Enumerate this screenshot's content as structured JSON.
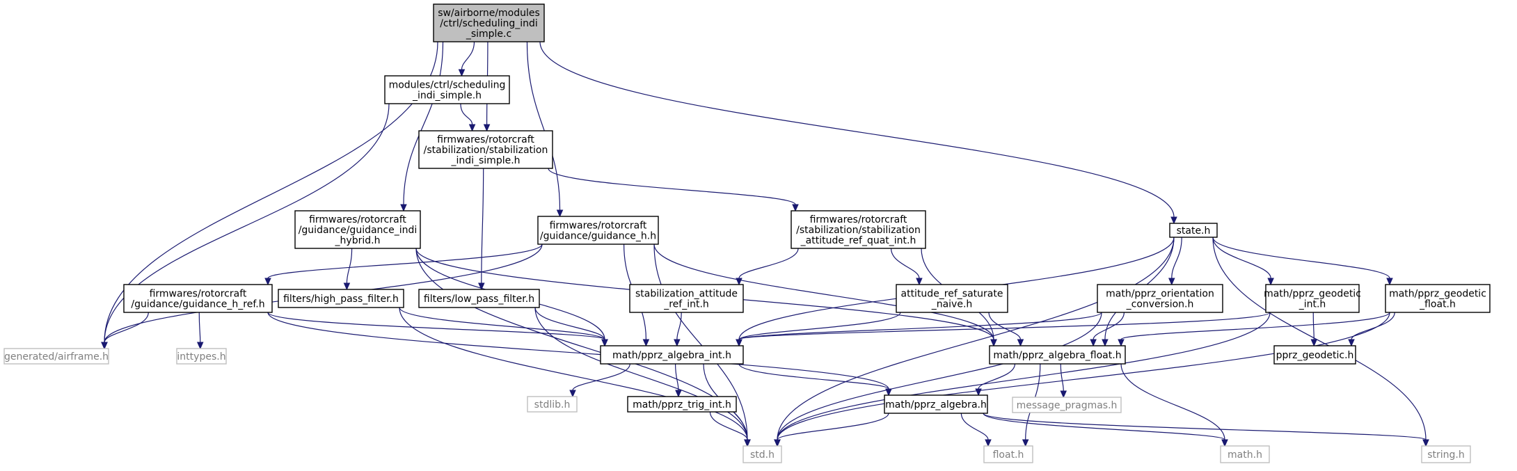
{
  "colors": {
    "edge": "#191970",
    "focus_fill": "#bfbfbf",
    "node_fill": "#ffffff",
    "node_border": "#000000",
    "external_border": "#bfbfbf",
    "external_text": "#7f7f7f"
  },
  "nodes": [
    {
      "id": "root",
      "lines": [
        "sw/airborne/modules",
        "/ctrl/scheduling_indi",
        "_simple.c"
      ],
      "kind": "focus"
    },
    {
      "id": "sched_h",
      "lines": [
        "modules/ctrl/scheduling",
        "_indi_simple.h"
      ],
      "kind": "normal"
    },
    {
      "id": "stab_indi_simple",
      "lines": [
        "firmwares/rotorcraft",
        "/stabilization/stabilization",
        "_indi_simple.h"
      ],
      "kind": "normal"
    },
    {
      "id": "guid_indi_hybrid",
      "lines": [
        "firmwares/rotorcraft",
        "/guidance/guidance_indi",
        "_hybrid.h"
      ],
      "kind": "normal"
    },
    {
      "id": "guid_h",
      "lines": [
        "firmwares/rotorcraft",
        "/guidance/guidance_h.h"
      ],
      "kind": "normal"
    },
    {
      "id": "stab_att_ref_quat",
      "lines": [
        "firmwares/rotorcraft",
        "/stabilization/stabilization",
        "_attitude_ref_quat_int.h"
      ],
      "kind": "normal"
    },
    {
      "id": "state_h",
      "lines": [
        "state.h"
      ],
      "kind": "normal"
    },
    {
      "id": "guid_h_ref",
      "lines": [
        "firmwares/rotorcraft",
        "/guidance/guidance_h_ref.h"
      ],
      "kind": "normal"
    },
    {
      "id": "hpf",
      "lines": [
        "filters/high_pass_filter.h"
      ],
      "kind": "normal"
    },
    {
      "id": "lpf",
      "lines": [
        "filters/low_pass_filter.h"
      ],
      "kind": "normal"
    },
    {
      "id": "stab_att_ref_int",
      "lines": [
        "stabilization_attitude",
        "_ref_int.h"
      ],
      "kind": "normal"
    },
    {
      "id": "att_ref_sat",
      "lines": [
        "attitude_ref_saturate",
        "_naive.h"
      ],
      "kind": "normal"
    },
    {
      "id": "orient_conv",
      "lines": [
        "math/pprz_orientation",
        "_conversion.h"
      ],
      "kind": "normal"
    },
    {
      "id": "geodetic_int",
      "lines": [
        "math/pprz_geodetic",
        "_int.h"
      ],
      "kind": "normal"
    },
    {
      "id": "geodetic_float",
      "lines": [
        "math/pprz_geodetic",
        "_float.h"
      ],
      "kind": "normal"
    },
    {
      "id": "airframe",
      "lines": [
        "generated/airframe.h"
      ],
      "kind": "external"
    },
    {
      "id": "inttypes",
      "lines": [
        "inttypes.h"
      ],
      "kind": "external"
    },
    {
      "id": "alg_int",
      "lines": [
        "math/pprz_algebra_int.h"
      ],
      "kind": "normal"
    },
    {
      "id": "alg_float",
      "lines": [
        "math/pprz_algebra_float.h"
      ],
      "kind": "normal"
    },
    {
      "id": "geodetic",
      "lines": [
        "pprz_geodetic.h"
      ],
      "kind": "normal"
    },
    {
      "id": "stdlib",
      "lines": [
        "stdlib.h"
      ],
      "kind": "external"
    },
    {
      "id": "trig_int",
      "lines": [
        "math/pprz_trig_int.h"
      ],
      "kind": "normal"
    },
    {
      "id": "algebra",
      "lines": [
        "math/pprz_algebra.h"
      ],
      "kind": "normal"
    },
    {
      "id": "msg_pragmas",
      "lines": [
        "message_pragmas.h"
      ],
      "kind": "external"
    },
    {
      "id": "std",
      "lines": [
        "std.h"
      ],
      "kind": "external"
    },
    {
      "id": "float",
      "lines": [
        "float.h"
      ],
      "kind": "external"
    },
    {
      "id": "math",
      "lines": [
        "math.h"
      ],
      "kind": "external"
    },
    {
      "id": "string",
      "lines": [
        "string.h"
      ],
      "kind": "external"
    }
  ],
  "edges": [
    [
      "root",
      "airframe"
    ],
    [
      "root",
      "sched_h"
    ],
    [
      "root",
      "stab_indi_simple"
    ],
    [
      "root",
      "guid_indi_hybrid"
    ],
    [
      "root",
      "guid_h"
    ],
    [
      "root",
      "state_h"
    ],
    [
      "sched_h",
      "stab_indi_simple"
    ],
    [
      "sched_h",
      "airframe"
    ],
    [
      "stab_indi_simple",
      "lpf"
    ],
    [
      "stab_indi_simple",
      "stab_att_ref_quat"
    ],
    [
      "guid_indi_hybrid",
      "hpf"
    ],
    [
      "guid_indi_hybrid",
      "std"
    ],
    [
      "guid_indi_hybrid",
      "alg_int"
    ],
    [
      "guid_indi_hybrid",
      "alg_float"
    ],
    [
      "guid_h",
      "guid_h_ref"
    ],
    [
      "guid_h",
      "airframe"
    ],
    [
      "guid_h",
      "alg_int"
    ],
    [
      "guid_h",
      "alg_float"
    ],
    [
      "guid_h",
      "std"
    ],
    [
      "stab_att_ref_quat",
      "stab_att_ref_int"
    ],
    [
      "stab_att_ref_quat",
      "att_ref_sat"
    ],
    [
      "stab_att_ref_quat",
      "alg_float"
    ],
    [
      "state_h",
      "alg_int"
    ],
    [
      "state_h",
      "alg_float"
    ],
    [
      "state_h",
      "orient_conv"
    ],
    [
      "state_h",
      "geodetic_int"
    ],
    [
      "state_h",
      "geodetic_float"
    ],
    [
      "state_h",
      "std"
    ],
    [
      "state_h",
      "string"
    ],
    [
      "guid_h_ref",
      "airframe"
    ],
    [
      "guid_h_ref",
      "inttypes"
    ],
    [
      "guid_h_ref",
      "alg_int"
    ],
    [
      "guid_h_ref",
      "algebra"
    ],
    [
      "hpf",
      "alg_int"
    ],
    [
      "hpf",
      "std"
    ],
    [
      "lpf",
      "alg_int"
    ],
    [
      "lpf",
      "std"
    ],
    [
      "stab_att_ref_int",
      "alg_int"
    ],
    [
      "att_ref_sat",
      "alg_int"
    ],
    [
      "att_ref_sat",
      "alg_float"
    ],
    [
      "orient_conv",
      "alg_int"
    ],
    [
      "orient_conv",
      "alg_float"
    ],
    [
      "orient_conv",
      "std"
    ],
    [
      "geodetic_int",
      "alg_int"
    ],
    [
      "geodetic_int",
      "geodetic"
    ],
    [
      "geodetic_int",
      "std"
    ],
    [
      "geodetic_float",
      "alg_float"
    ],
    [
      "geodetic_float",
      "geodetic"
    ],
    [
      "geodetic_float",
      "std"
    ],
    [
      "alg_int",
      "stdlib"
    ],
    [
      "alg_int",
      "trig_int"
    ],
    [
      "alg_int",
      "algebra"
    ],
    [
      "alg_int",
      "std"
    ],
    [
      "alg_float",
      "algebra"
    ],
    [
      "alg_float",
      "msg_pragmas"
    ],
    [
      "alg_float",
      "float"
    ],
    [
      "alg_float",
      "math"
    ],
    [
      "trig_int",
      "std"
    ],
    [
      "algebra",
      "std"
    ],
    [
      "algebra",
      "float"
    ],
    [
      "algebra",
      "math"
    ],
    [
      "algebra",
      "string"
    ]
  ]
}
